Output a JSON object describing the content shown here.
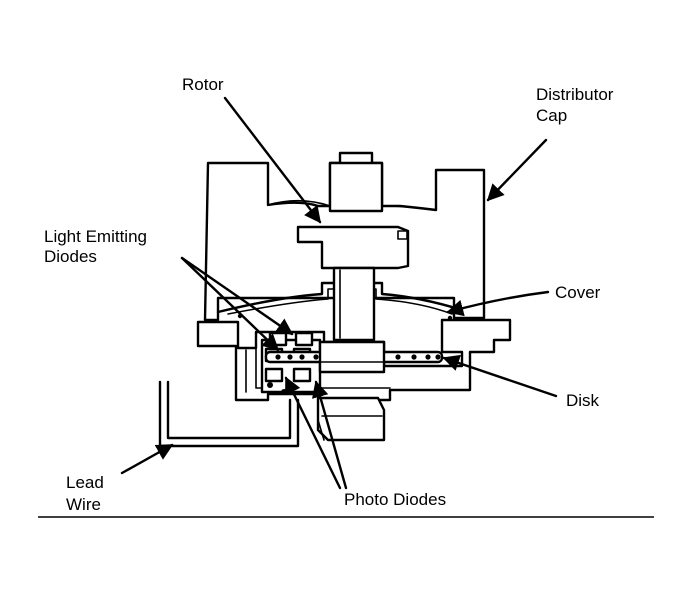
{
  "labels": {
    "rotor": "Rotor",
    "distributor_line1": "Distributor",
    "distributor_line2": "Cap",
    "led_line1": "Light Emitting",
    "led_line2": "Diodes",
    "cover": "Cover",
    "disk": "Disk",
    "lead_line1": "Lead",
    "lead_line2": "Wire",
    "photo_diodes": "Photo Diodes"
  },
  "colors": {
    "ink": "#000000",
    "background": "#ffffff"
  }
}
